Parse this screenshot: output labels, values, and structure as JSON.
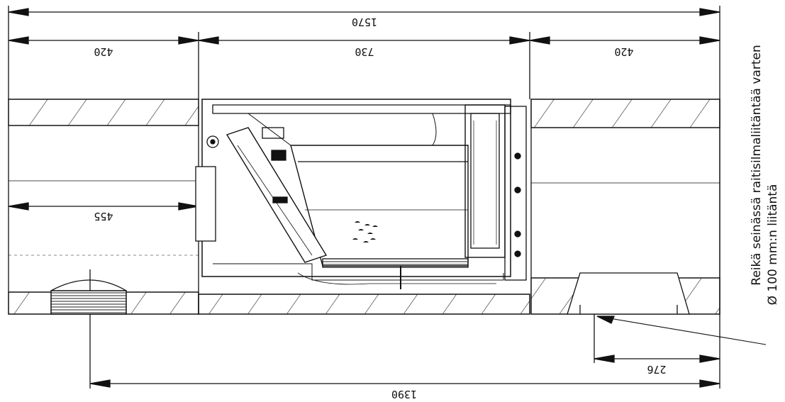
{
  "dimensions": {
    "overall_width": "1570",
    "left_wall": "420",
    "center_unit": "730",
    "right_wall": "420",
    "height": "455",
    "hole_offset": "276",
    "hole_span": "1390"
  },
  "note": {
    "line1": "Reikä seinässä raitisilmaliitäntää varten",
    "line2": "Ø 100 mm:n liitäntä"
  }
}
